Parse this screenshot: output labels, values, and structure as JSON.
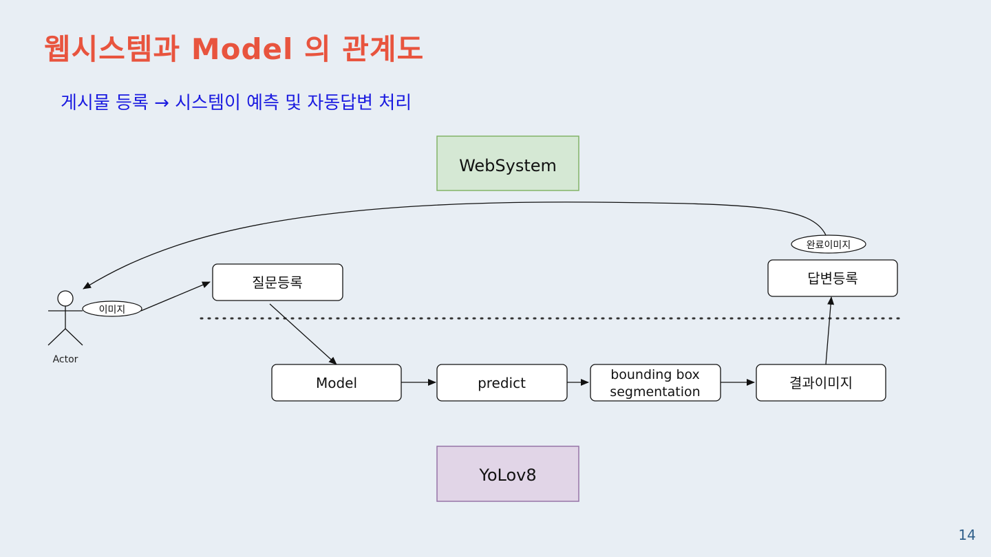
{
  "slide": {
    "title": "웹시스템과 Model 의 관계도",
    "subtitle": "게시물 등록 → 시스템이 예측 및 자동답변 처리",
    "page_number": "14"
  },
  "diagram": {
    "websystem_label": "WebSystem",
    "yolo_label": "YoLov8",
    "actor_label": "Actor",
    "image_tag": "이미지",
    "done_image_tag": "완료이미지",
    "question_register": "질문등록",
    "answer_register": "답변등록",
    "model": "Model",
    "predict": "predict",
    "bbox_line1": "bounding box",
    "bbox_line2": "segmentation",
    "result_image": "결과이미지",
    "colors": {
      "websystem_fill": "#d5e8d4",
      "websystem_stroke": "#82b366",
      "yolo_fill": "#e1d5e7",
      "yolo_stroke": "#9673a6"
    }
  }
}
